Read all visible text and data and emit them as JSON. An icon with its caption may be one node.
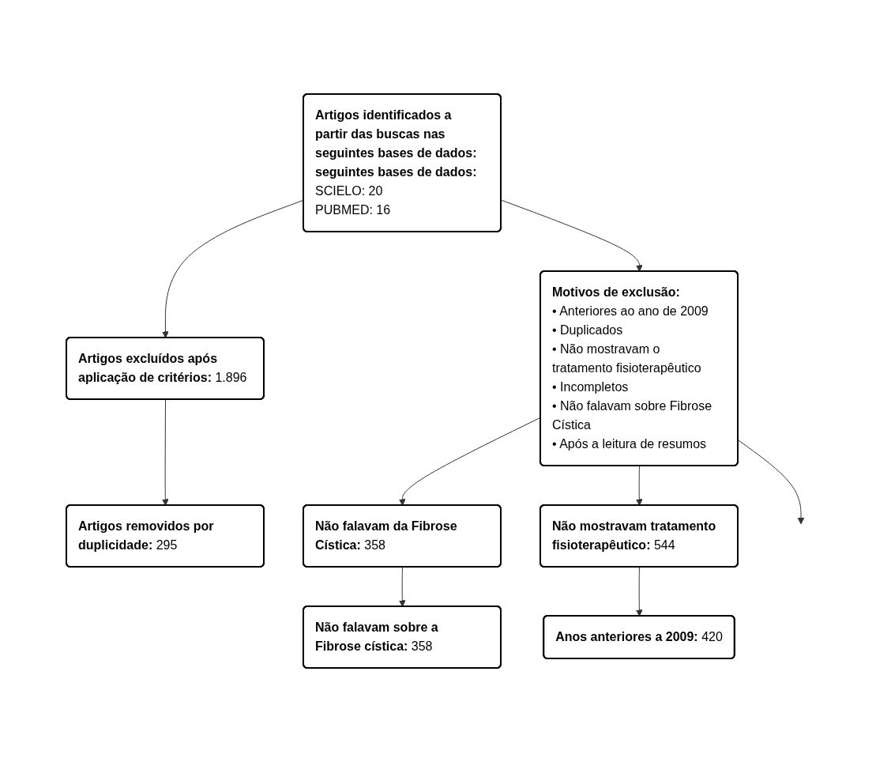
{
  "diagram": {
    "nodes": [
      {
        "text": [
          "**Artigos identificados a partir das buscas nas seguintes bases de dados: seguintes bases de dados:**",
          "SCIELO: 20",
          "PUBMED: 16"
        ]
      },
      {
        "text": [
          "**Artigos excluídos após aplicação de critérios:** 1.896"
        ]
      },
      {
        "text": [
          "**Artigos removidos por duplicidade:** 295"
        ]
      },
      {
        "text": [
          "**Motivos de exclusão:**",
          "• Anteriores ao ano de 2009",
          "• Duplicados",
          "• Não mostravam o tratamento fisioterapêutico",
          "• Incompletos",
          "• Não falavam sobre Fibrose Cística",
          "• Após a leitura de resumos"
        ]
      },
      {
        "text": [
          "**Não falavam da Fibrose Cística:** 358"
        ]
      },
      {
        "text": [
          "**Não falavam sobre a Fibrose cística:** 358"
        ]
      },
      {
        "text": [
          "**Não mostravam tratamento fisioterapêutico:** 544"
        ]
      },
      {
        "text": [
          "**Anos anteriores a 2009:** 420"
        ]
      }
    ],
    "edges": [
      {
        "from": 0,
        "to": 1,
        "arrow": "to"
      },
      {
        "from": 1,
        "to": 2,
        "arrow": "to"
      },
      {
        "from": 0,
        "to": 3,
        "arrow": "to"
      },
      {
        "from": 3,
        "to": 4,
        "arrow": "to"
      },
      {
        "from": 4,
        "to": 5,
        "arrow": "to"
      },
      {
        "from": 3,
        "to": 6,
        "arrow": "to"
      },
      {
        "from": 6,
        "to": 7,
        "arrow": "to"
      },
      {
        "from": 3,
        "to": null,
        "arrow": "to"
      }
    ]
  }
}
